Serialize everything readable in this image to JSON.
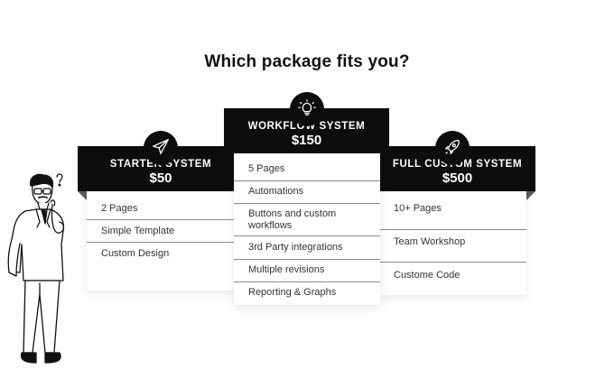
{
  "headline": "Which package fits you?",
  "plans": [
    {
      "name": "STARTER SYSTEM",
      "price": "$50",
      "icon": "paper-plane-icon",
      "features": [
        "2 Pages",
        "Simple Template",
        "Custom Design"
      ]
    },
    {
      "name": "WORKFLOW SYSTEM",
      "price": "$150",
      "icon": "lightbulb-icon",
      "features": [
        "5 Pages",
        "Automations",
        "Buttons and custom workflows",
        "3rd Party integrations",
        "Multiple revisions",
        "Reporting & Graphs"
      ]
    },
    {
      "name": "FULL CUSTOM SYSTEM",
      "price": "$500",
      "icon": "rocket-icon",
      "features": [
        "10+ Pages",
        "Team Workshop",
        "Custome Code"
      ]
    }
  ],
  "colors": {
    "header_bg": "#0d0d0d",
    "fold": "#5a5a5a",
    "text": "#333333"
  }
}
